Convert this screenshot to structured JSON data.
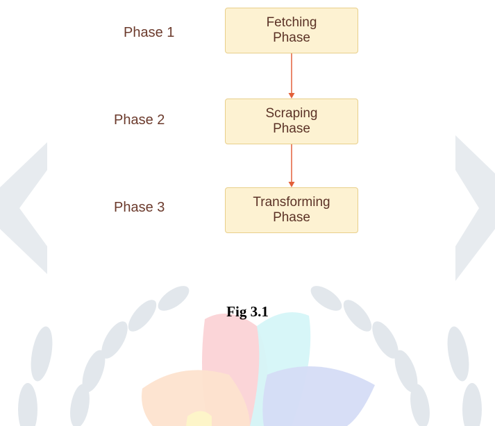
{
  "diagram": {
    "phases": [
      {
        "label": "Phase 1",
        "node_line1": "Fetching",
        "node_line2": "Phase"
      },
      {
        "label": "Phase 2",
        "node_line1": "Scraping",
        "node_line2": "Phase"
      },
      {
        "label": "Phase 3",
        "node_line1": "Transforming",
        "node_line2": "Phase"
      }
    ],
    "edges": [
      {
        "from": "Fetching Phase",
        "to": "Scraping Phase"
      },
      {
        "from": "Scraping Phase",
        "to": "Transforming Phase"
      }
    ],
    "colors": {
      "node_fill": "#fdf2d2",
      "node_border": "#e8cf8a",
      "arrow": "#e2603a",
      "label_text": "#6b3a2c"
    }
  },
  "caption": "Fig 3.1"
}
